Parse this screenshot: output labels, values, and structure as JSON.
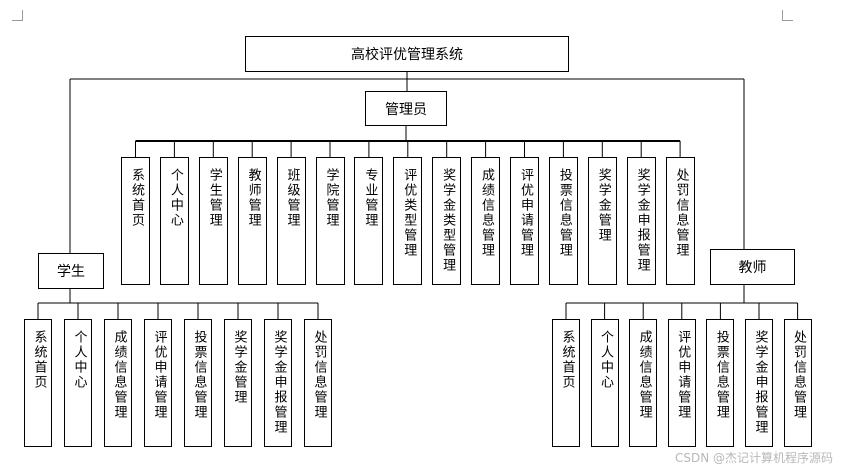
{
  "root": "高校评优管理系统",
  "admin": {
    "label": "管理员",
    "modules": [
      "系统首页",
      "个人中心",
      "学生管理",
      "教师管理",
      "班级管理",
      "学院管理",
      "专业管理",
      "评优类型管理",
      "奖学金类型管理",
      "成绩信息管理",
      "评优申请管理",
      "投票信息管理",
      "奖学金管理",
      "奖学金申报管理",
      "处罚信息管理"
    ]
  },
  "student": {
    "label": "学生",
    "modules": [
      "系统首页",
      "个人中心",
      "成绩信息管理",
      "评优申请管理",
      "投票信息管理",
      "奖学金管理",
      "奖学金申报管理",
      "处罚信息管理"
    ]
  },
  "teacher": {
    "label": "教师",
    "modules": [
      "系统首页",
      "个人中心",
      "成绩信息管理",
      "评优申请管理",
      "投票信息管理",
      "奖学金申报管理",
      "处罚信息管理"
    ]
  },
  "watermark": "CSDN @杰记计算机程序源码"
}
